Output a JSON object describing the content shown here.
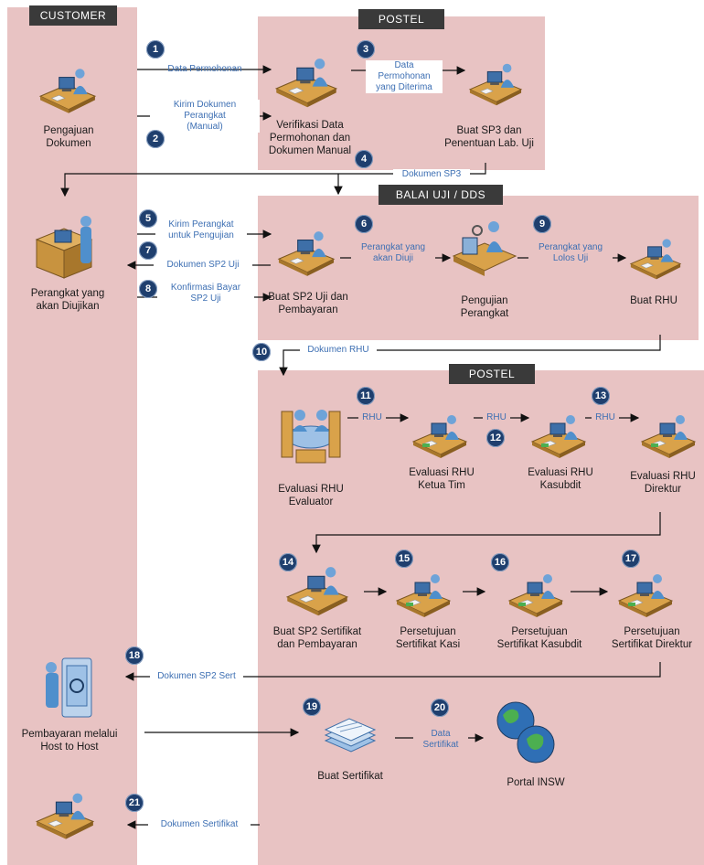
{
  "headers": {
    "customer": "CUSTOMER",
    "postel_top": "POSTEL",
    "balai": "BALAI UJI / DDS",
    "postel_bottom": "POSTEL"
  },
  "nodes": {
    "pengajuan": "Pengajuan\nDokumen",
    "verifikasi": "Verifikasi Data\nPermohonan dan\nDokumen Manual",
    "buat_sp3": "Buat SP3 dan\nPenentuan Lab. Uji",
    "perangkat_diujikan": "Perangkat yang\nakan Diujikan",
    "buat_sp2_uji": "Buat SP2 Uji dan\nPembayaran",
    "pengujian": "Pengujian\nPerangkat",
    "buat_rhu": "Buat RHU",
    "eval_evaluator": "Evaluasi RHU\nEvaluator",
    "eval_ketua": "Evaluasi RHU\nKetua Tim",
    "eval_kasubdit": "Evaluasi RHU\nKasubdit",
    "eval_direktur": "Evaluasi RHU\nDirektur",
    "buat_sp2_sert": "Buat SP2 Sertifikat\ndan Pembayaran",
    "persetujuan_kasi": "Persetujuan\nSertifikat Kasi",
    "persetujuan_kasubdit": "Persetujuan\nSertifikat Kasubdit",
    "persetujuan_direktur": "Persetujuan\nSertifikat Direktur",
    "pembayaran_h2h": "Pembayaran melalui\nHost to Host",
    "buat_sertifikat": "Buat Sertifikat",
    "portal_insw": "Portal INSW"
  },
  "flows": {
    "f1": "Data Permohonan",
    "f2": "Kirim Dokumen\nPerangkat\n(Manual)",
    "f3": "Data\nPermohonan\nyang Diterima",
    "f4": "Dokumen SP3",
    "f5": "Kirim Perangkat\nuntuk Pengujian",
    "f6": "Perangkat yang\nakan Diuji",
    "f7": "Dokumen SP2 Uji",
    "f8": "Konfirmasi Bayar\nSP2 Uji",
    "f9": "Perangkat yang\nLolos Uji",
    "f10": "Dokumen RHU",
    "f11": "RHU",
    "f12": "RHU",
    "f13": "RHU",
    "f18": "Dokumen SP2 Sert",
    "f20": "Data\nSertifikat",
    "f21": "Dokumen Sertifikat"
  },
  "badges": [
    "1",
    "2",
    "3",
    "4",
    "5",
    "6",
    "7",
    "8",
    "9",
    "10",
    "11",
    "12",
    "13",
    "14",
    "15",
    "16",
    "17",
    "18",
    "19",
    "20",
    "21"
  ],
  "colors": {
    "lane": "#e8c3c3",
    "header": "#3a3a3a",
    "badge": "#1f3f6e",
    "flow_text": "#3d6fb3"
  }
}
